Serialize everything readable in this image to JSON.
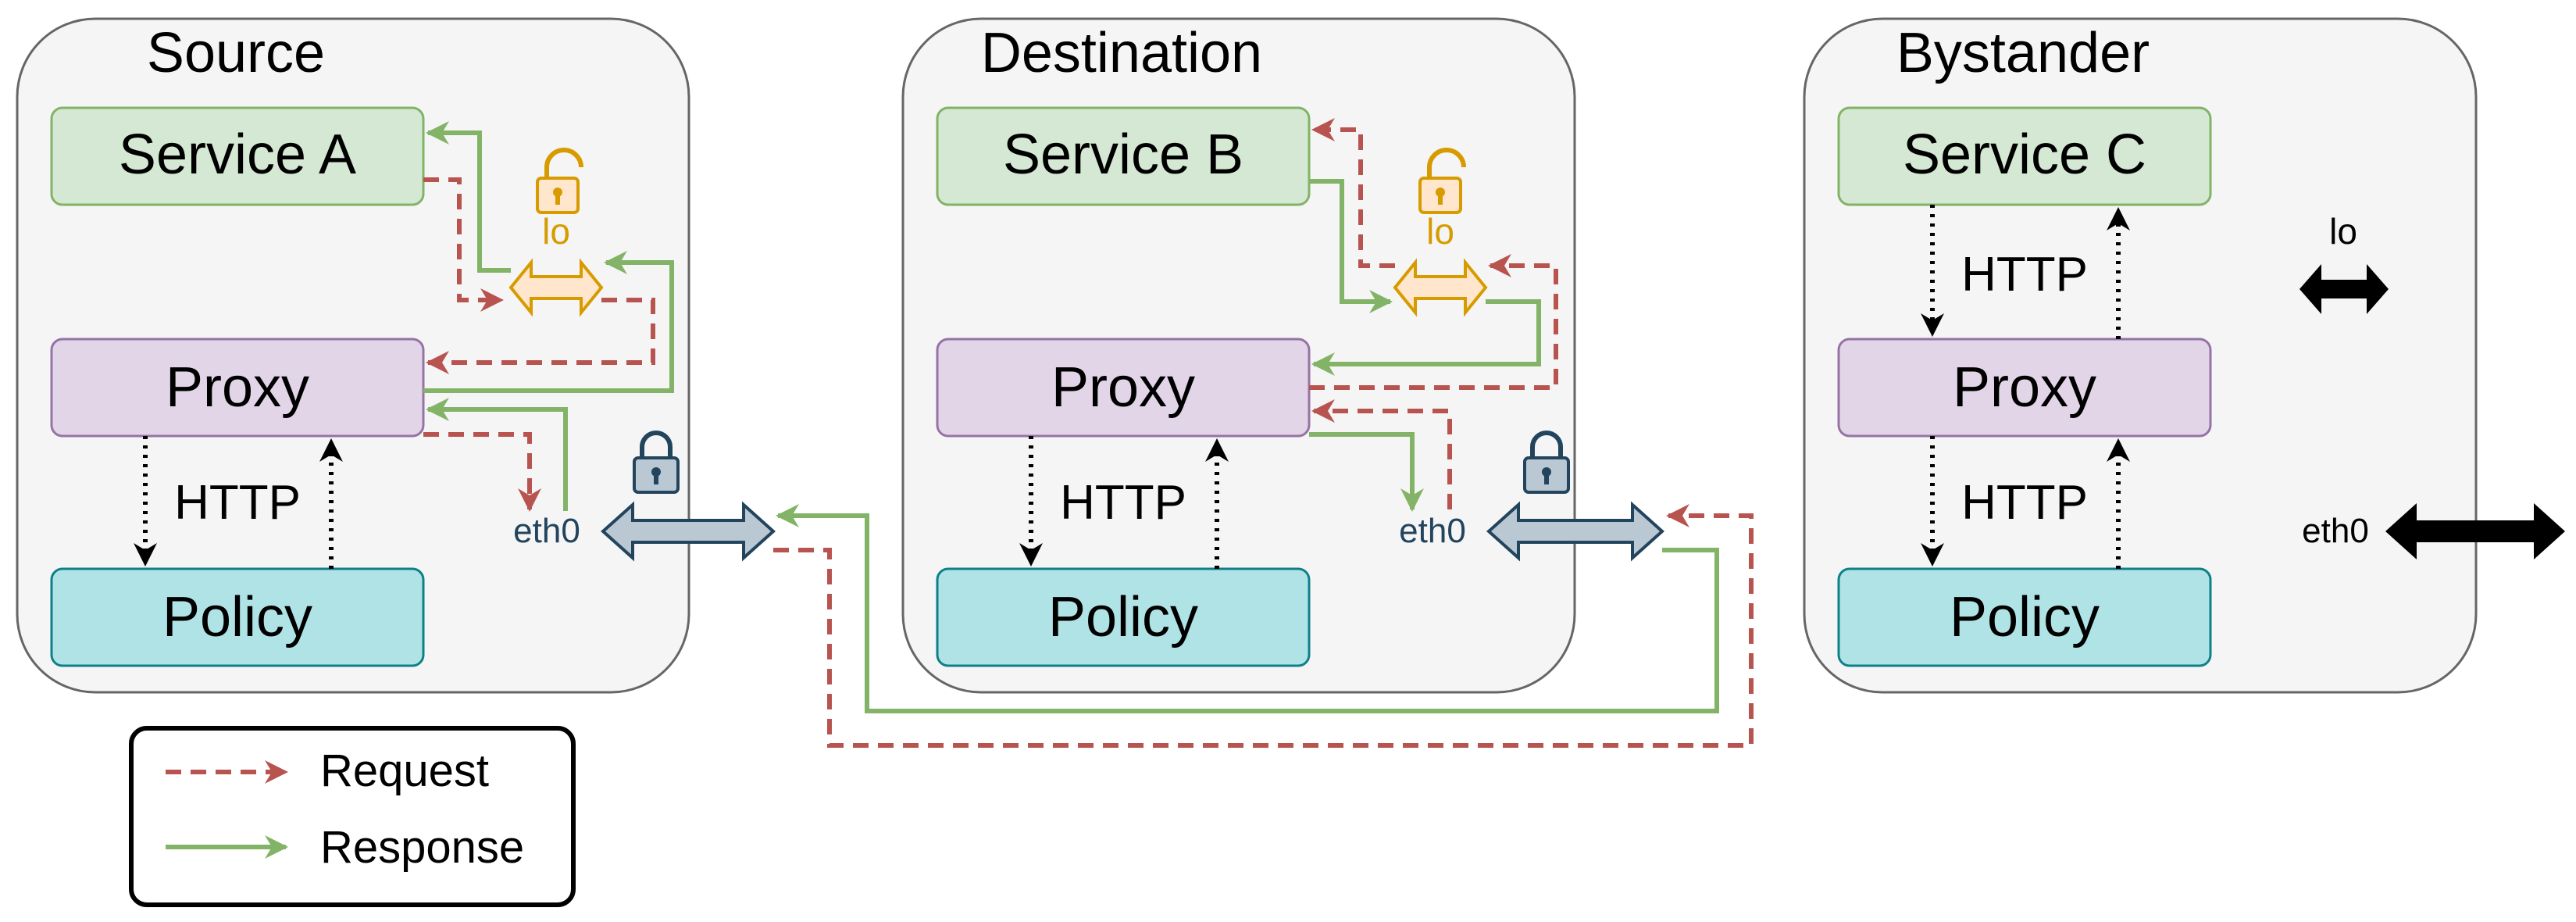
{
  "hosts": {
    "source": {
      "title": "Source",
      "service": "Service A",
      "proxy": "Proxy",
      "http": "HTTP",
      "policy": "Policy",
      "eth": "eth0",
      "lo": "lo"
    },
    "destination": {
      "title": "Destination",
      "service": "Service B",
      "proxy": "Proxy",
      "http": "HTTP",
      "policy": "Policy",
      "eth": "eth0",
      "lo": "lo"
    },
    "bystander": {
      "title": "Bystander",
      "service": "Service C",
      "proxy": "Proxy",
      "http_top": "HTTP",
      "http_bottom": "HTTP",
      "policy": "Policy",
      "eth": "eth0",
      "lo": "lo"
    }
  },
  "legend": {
    "request": "Request",
    "response": "Response"
  },
  "colors": {
    "request": "#b85450",
    "response": "#82b366",
    "service_fill": "#d5e8d4",
    "proxy_fill": "#e1d5e7",
    "policy_fill": "#b0e3e6",
    "host_fill": "#f5f5f5",
    "lo_fill": "#ffe6cc",
    "lo_stroke": "#d79b00",
    "eth_fill": "#bac8d3",
    "eth_stroke": "#23445d"
  },
  "icons": [
    "lock-open-icon",
    "lock-closed-icon",
    "double-arrow-icon"
  ]
}
